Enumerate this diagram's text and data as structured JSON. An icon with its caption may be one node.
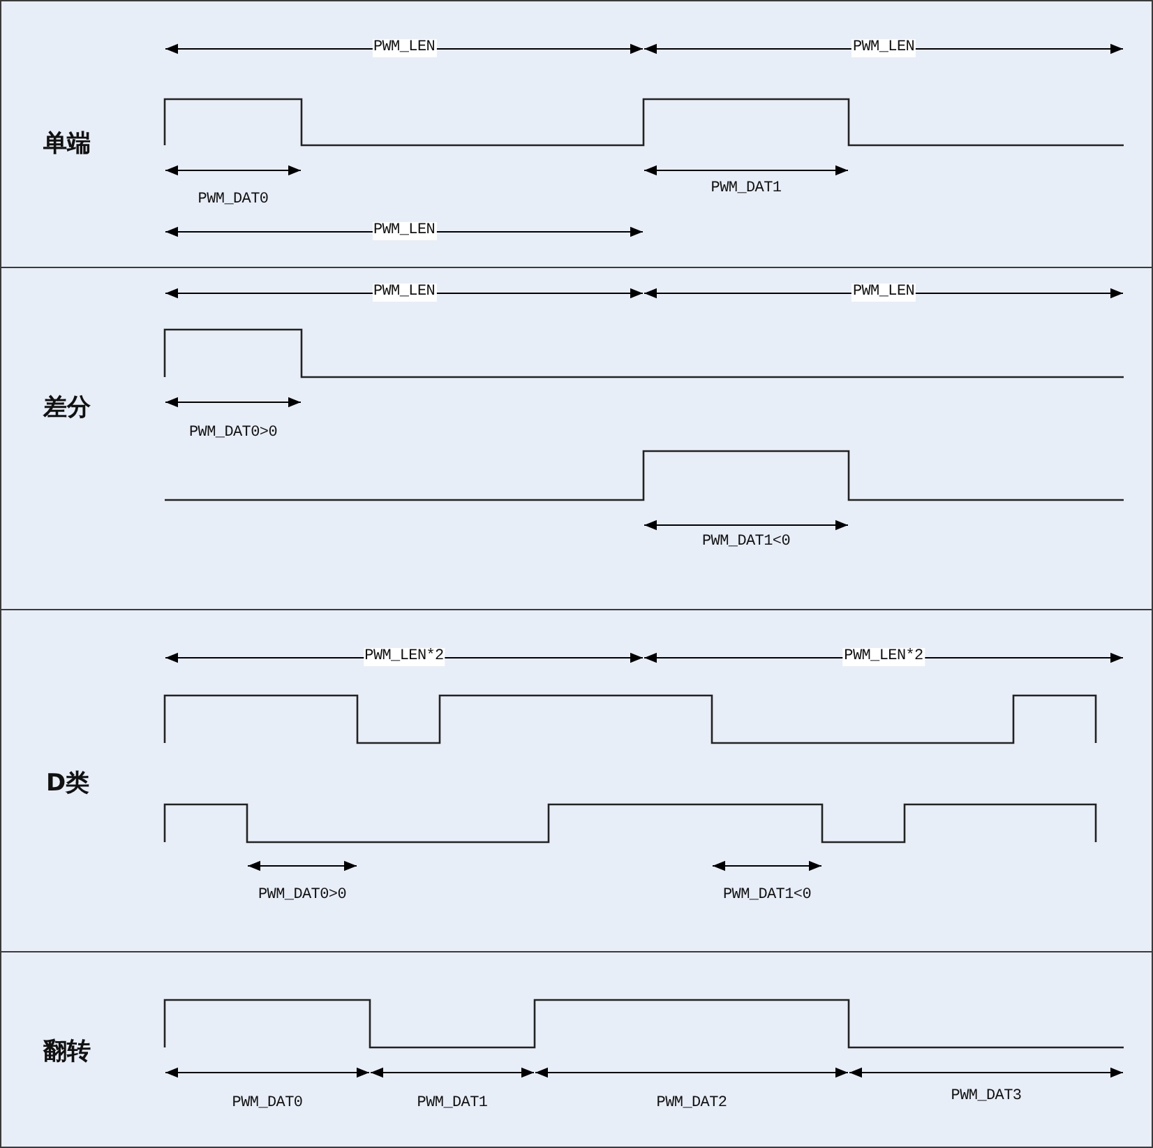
{
  "diagram": {
    "nodes": [
      {
        "text": [
          "单端"
        ]
      },
      {
        "text": [
          "差分"
        ]
      },
      {
        "text": [
          "D类"
        ]
      },
      {
        "text": [
          "翻转"
        ]
      }
    ],
    "labels": [
      "PWM_LEN",
      "PWM_LEN",
      "PWM_DAT0",
      "PWM_DAT1",
      "PWM_LEN",
      "PWM_LEN",
      "PWM_LEN",
      "PWM_DAT0>0",
      "PWM_DAT1<0",
      "PWM_LEN*2",
      "PWM_LEN*2",
      "PWM_DAT0>0",
      "PWM_DAT1<0",
      "PWM_DAT0",
      "PWM_DAT1",
      "PWM_DAT2",
      "PWM_DAT3"
    ]
  }
}
